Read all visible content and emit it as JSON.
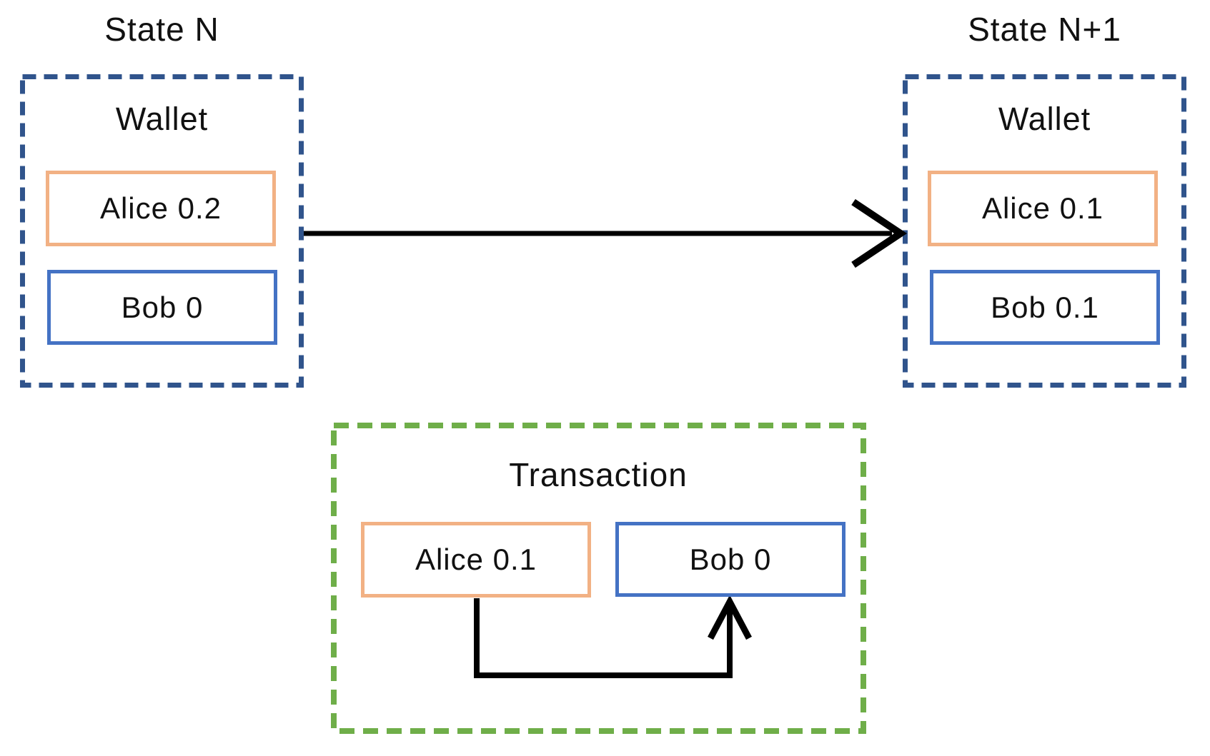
{
  "titles": {
    "left": "State N",
    "right": "State N+1"
  },
  "state_n_wallet": {
    "title": "Wallet",
    "entries": [
      {
        "text": "Alice 0.2"
      },
      {
        "text": "Bob 0"
      }
    ]
  },
  "state_n1_wallet": {
    "title": "Wallet",
    "entries": [
      {
        "text": "Alice 0.1"
      },
      {
        "text": "Bob 0.1"
      }
    ]
  },
  "transaction": {
    "title": "Transaction",
    "entries": [
      {
        "text": "Alice 0.1"
      },
      {
        "text": "Bob 0"
      }
    ]
  },
  "colors": {
    "state_box_dashed": "#30548C",
    "transaction_box_dashed": "#6FAE49",
    "alice_box_border": "#F2B184",
    "bob_box_border": "#4472C4",
    "arrow": "#000000",
    "text": "#111111",
    "background": "#FFFFFF"
  }
}
